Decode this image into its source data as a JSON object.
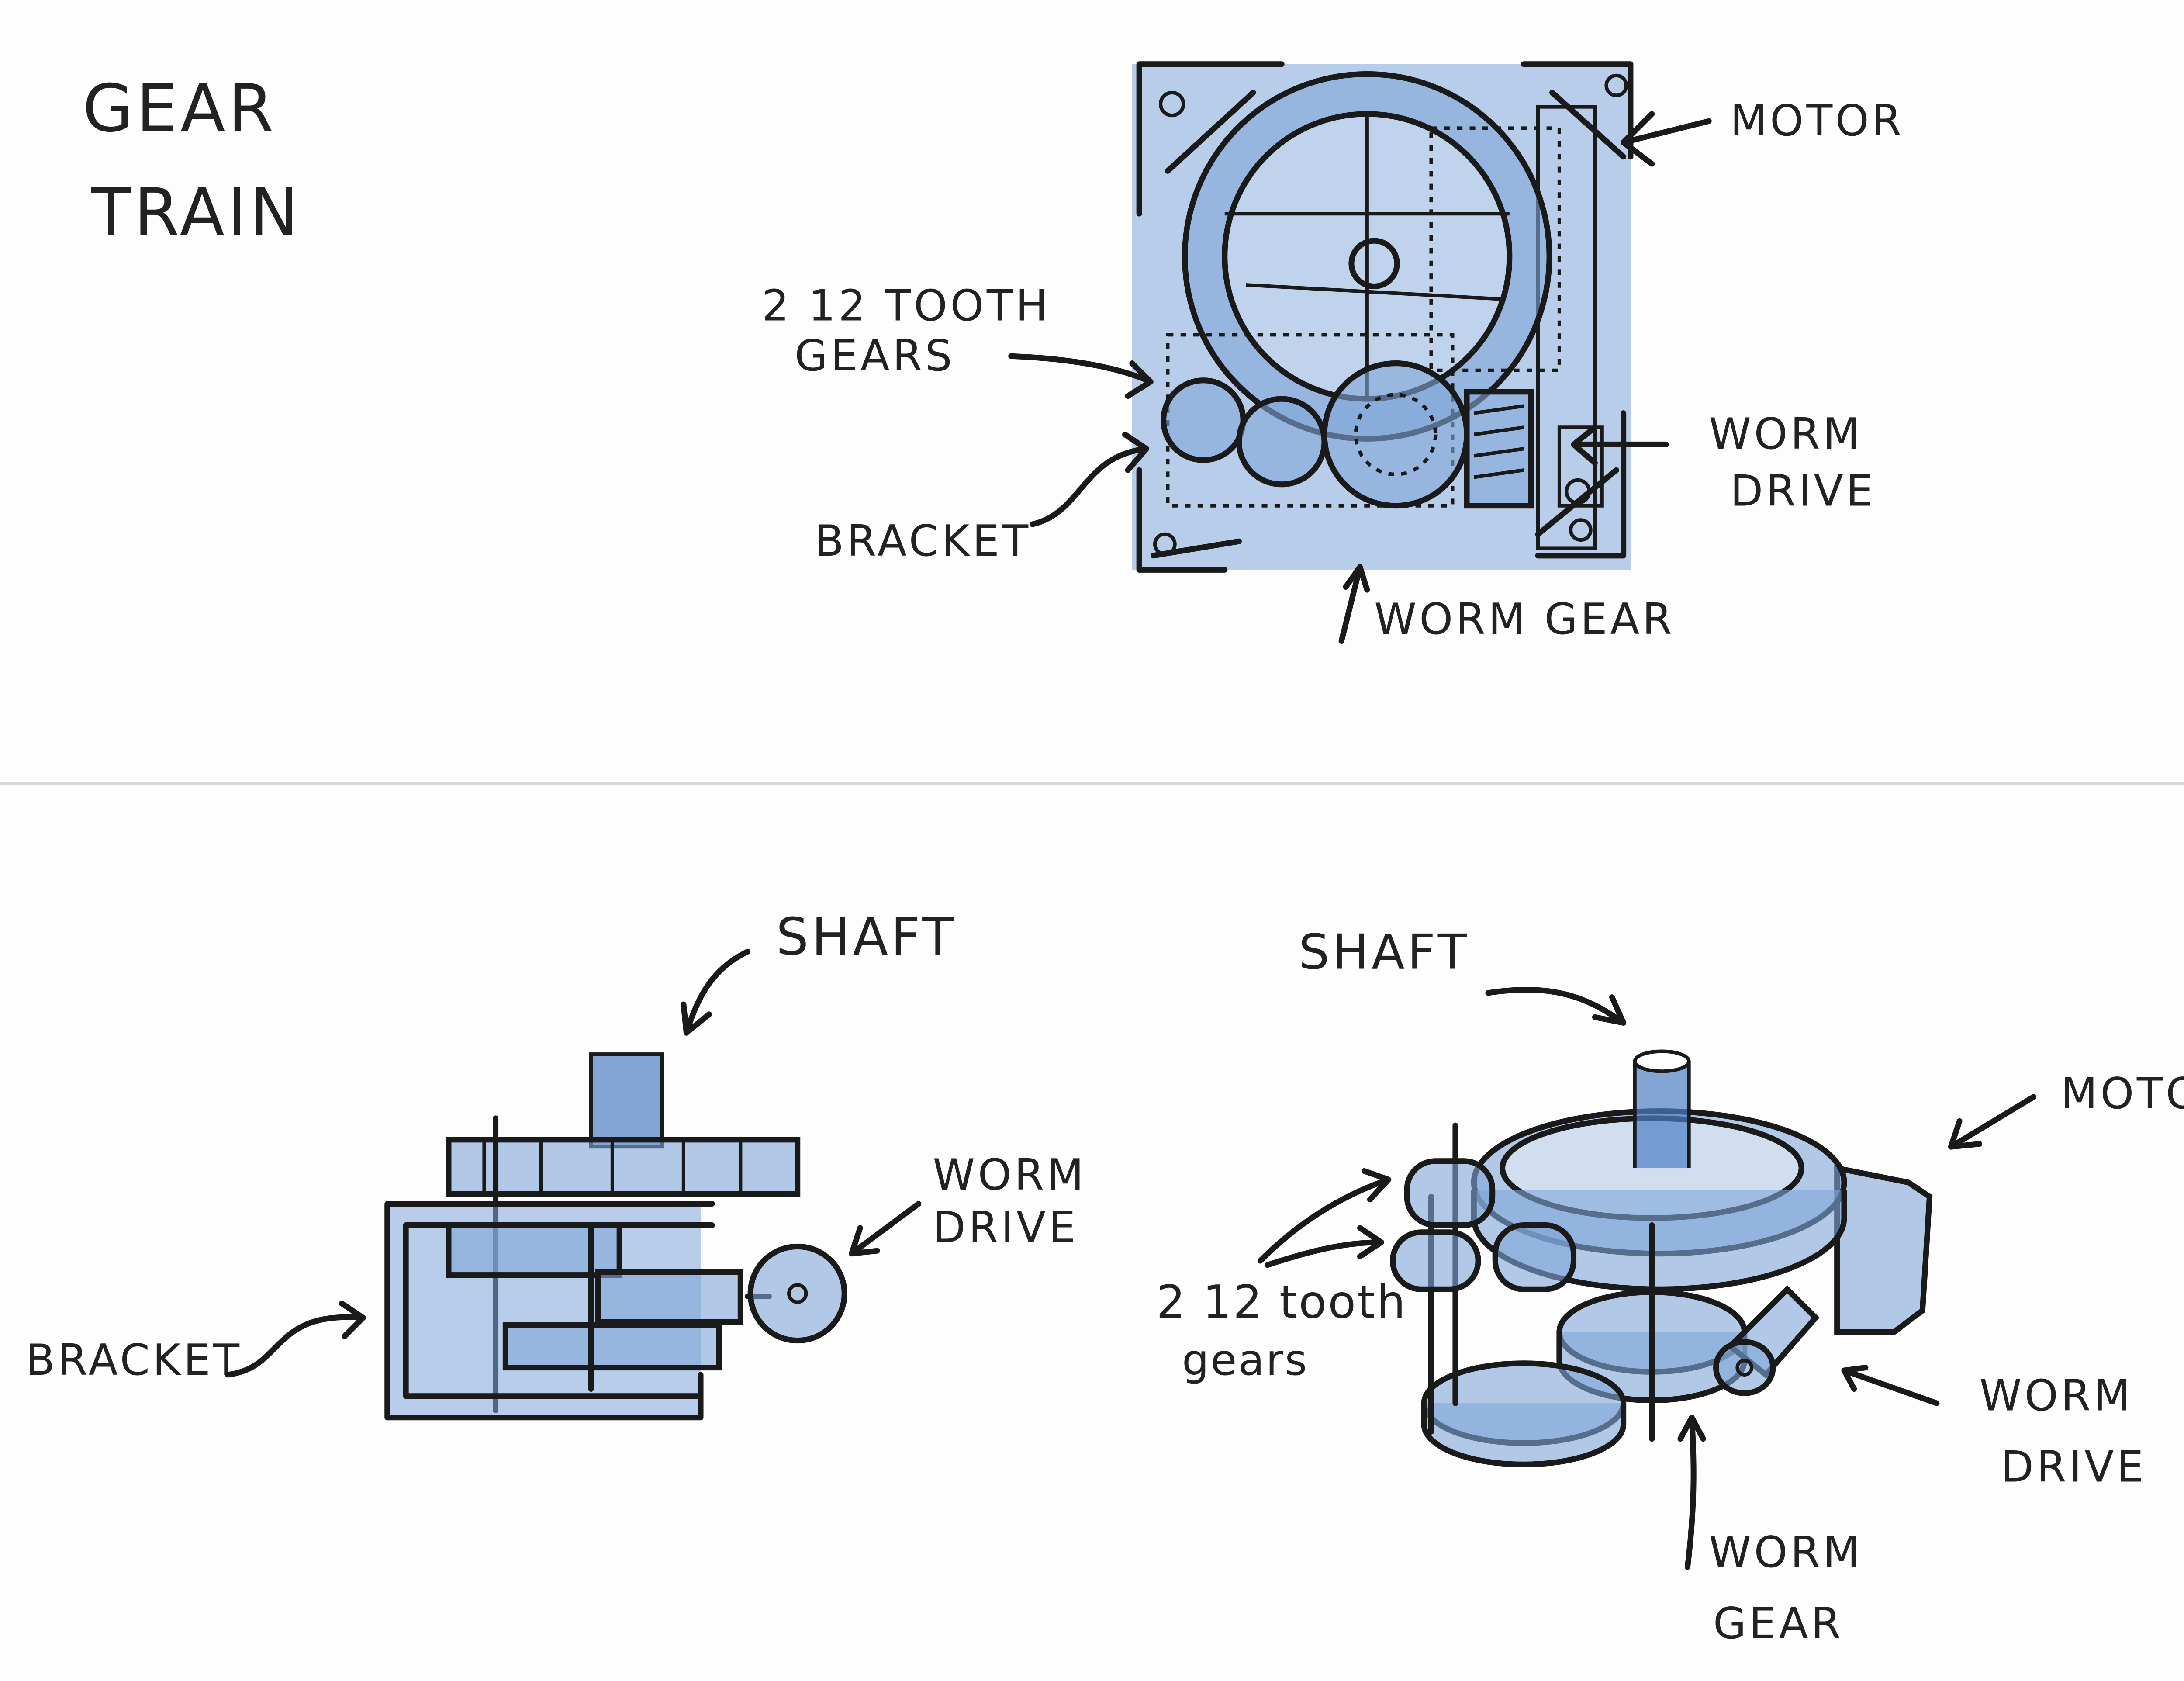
{
  "title": {
    "line1": "GEAR",
    "line2": "TRAIN"
  },
  "top_view": {
    "motor": "MOTOR",
    "gears_line1": "2 12 TOOTH",
    "gears_line2": "GEARS",
    "bracket": "BRACKET",
    "worm_drive_line1": "WORM",
    "worm_drive_line2": "DRIVE",
    "worm_gear": "WORM GEAR"
  },
  "side_view": {
    "shaft": "SHAFT",
    "worm_drive_line1": "WORM",
    "worm_drive_line2": "DRIVE",
    "bracket": "BRACKET"
  },
  "iso_view": {
    "shaft": "SHAFT",
    "motor": "MOTOR",
    "gears_line1": "2  12 tooth",
    "gears_line2": "gears",
    "worm_drive_line1": "WORM",
    "worm_drive_line2": "DRIVE",
    "worm_gear_line1": "WORM",
    "worm_gear_line2": "GEAR"
  },
  "colors": {
    "ink": "#1a1a1a",
    "marker_blue": "#7fa6d9",
    "paper": "#fdfdfd"
  }
}
